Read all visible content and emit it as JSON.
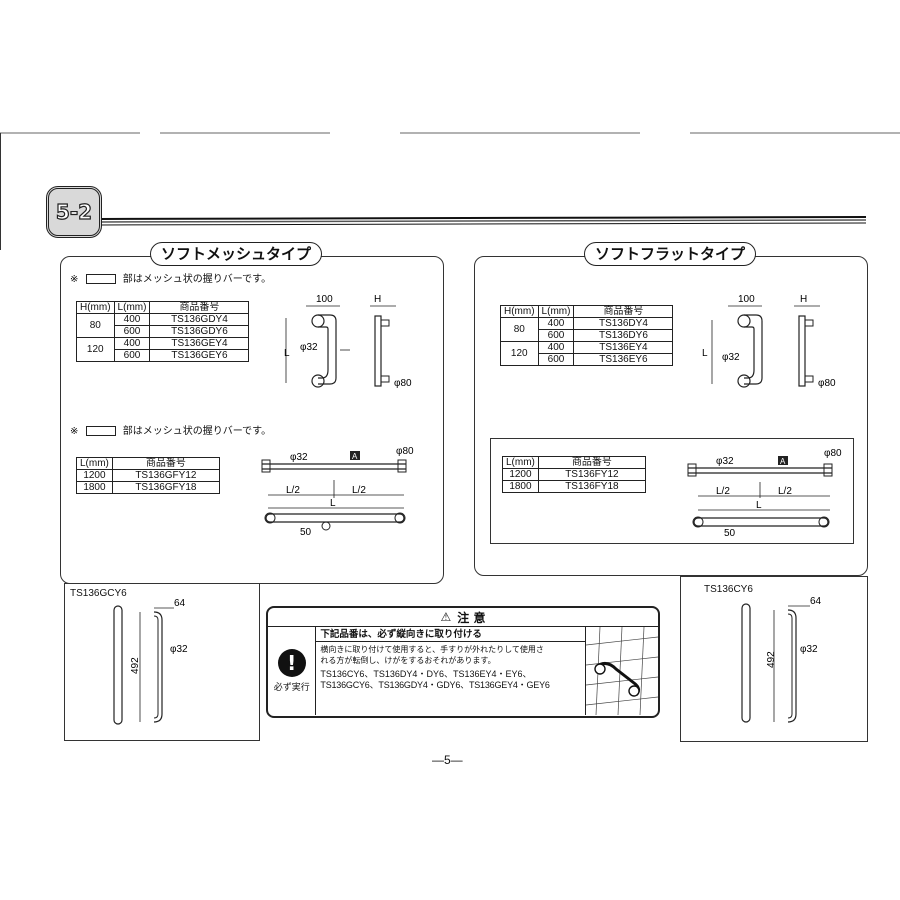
{
  "section_badge": "5-2",
  "page_number": "—5—",
  "left": {
    "title": "ソフトメッシュタイプ",
    "note_mark": "※",
    "note_text": "部はメッシュ状の握りバーです。",
    "table1": {
      "headers": [
        "H(mm)",
        "L(mm)",
        "商品番号"
      ],
      "rows": [
        {
          "h": "80",
          "l": "400",
          "code": "TS136GDY4"
        },
        {
          "h": "",
          "l": "600",
          "code": "TS136GDY6"
        },
        {
          "h": "120",
          "l": "400",
          "code": "TS136GEY4"
        },
        {
          "h": "",
          "l": "600",
          "code": "TS136GEY6"
        }
      ]
    },
    "table2": {
      "headers": [
        "L(mm)",
        "商品番号"
      ],
      "rows": [
        {
          "l": "1200",
          "code": "TS136GFY12"
        },
        {
          "l": "1800",
          "code": "TS136GFY18"
        }
      ]
    },
    "bottom_label": "TS136GCY6"
  },
  "right": {
    "title": "ソフトフラットタイプ",
    "table1": {
      "headers": [
        "H(mm)",
        "L(mm)",
        "商品番号"
      ],
      "rows": [
        {
          "h": "80",
          "l": "400",
          "code": "TS136DY4"
        },
        {
          "h": "",
          "l": "600",
          "code": "TS136DY6"
        },
        {
          "h": "120",
          "l": "400",
          "code": "TS136EY4"
        },
        {
          "h": "",
          "l": "600",
          "code": "TS136EY6"
        }
      ]
    },
    "table2": {
      "headers": [
        "L(mm)",
        "商品番号"
      ],
      "rows": [
        {
          "l": "1200",
          "code": "TS136FY12"
        },
        {
          "l": "1800",
          "code": "TS136FY18"
        }
      ]
    },
    "bottom_label": "TS136CY6"
  },
  "dims": {
    "d100": "100",
    "dH": "H",
    "dL": "L",
    "phi32": "φ32",
    "phi80": "φ80",
    "half": "L/2",
    "d50": "50",
    "markA": "A",
    "d64": "64",
    "d492": "492"
  },
  "caution": {
    "title": "注 意",
    "icon_label": "必ず実行",
    "heading": "下記品番は、必ず縦向きに取り付ける",
    "body1": "横向きに取り付けて使用すると、手すりが外れたりして使用さ",
    "body2": "れる方が転倒し、けがをするおそれがあります。",
    "codes1": "TS136CY6、TS136DY4・DY6、TS136EY4・EY6、",
    "codes2": "TS136GCY6、TS136GDY4・GDY6、TS136GEY4・GEY6"
  }
}
